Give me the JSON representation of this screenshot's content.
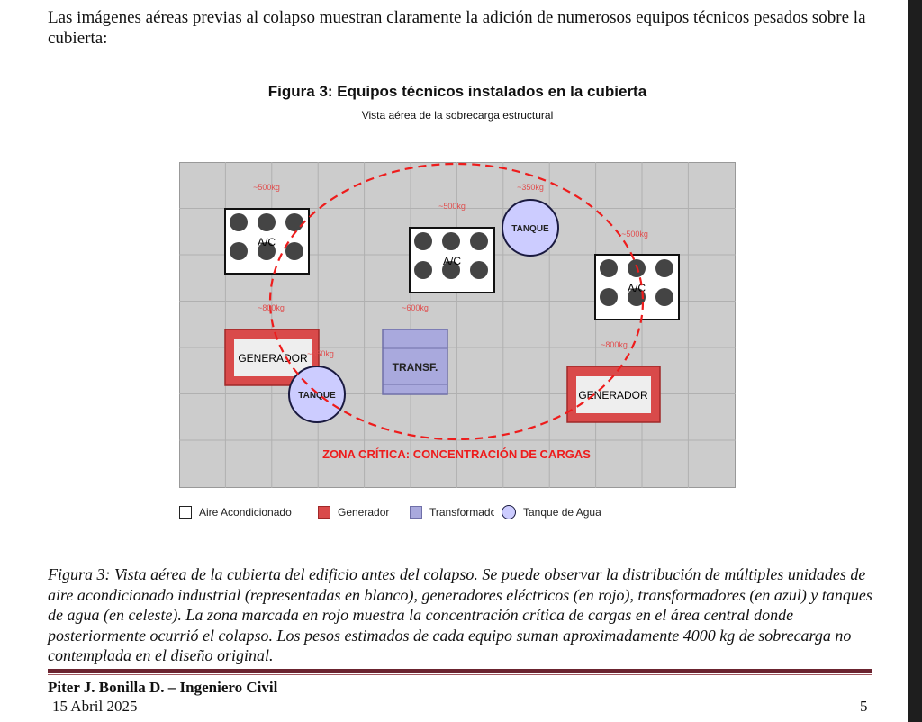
{
  "intro": "Las imágenes aéreas previas al colapso muestran claramente la adición de numerosos equipos técnicos pesados sobre la cubierta:",
  "figure": {
    "title": "Figura 3: Equipos técnicos instalados en la cubierta",
    "subtitle": "Vista aérea de la sobrecarga estructural",
    "equipment": {
      "ac": "A/C",
      "tanque": "TANQUE",
      "generador": "GENERADOR",
      "transf": "TRANSF."
    },
    "weights": {
      "ac1": "~500kg",
      "ac2": "~500kg",
      "tanque1": "~350kg",
      "ac3": "~500kg",
      "gen1": "~800kg",
      "transf": "~600kg",
      "tanque2": "~350kg",
      "gen2": "~800kg"
    },
    "zone_label": "ZONA CRÍTICA: CONCENTRACIÓN DE CARGAS",
    "legend": [
      "Aire Acondicionado",
      "Generador",
      "Transformador",
      "Tanque de Agua"
    ],
    "colors": {
      "grid_bg": "#cccccc",
      "critical": "#ee1c1c",
      "generator": "#d94a4a",
      "transformer": "#a9a9dd",
      "tank": "#ccccff"
    }
  },
  "caption": "Figura 3: Vista aérea de la cubierta del edificio antes del colapso. Se puede observar la distribución de múltiples unidades de aire acondicionado industrial (representadas en blanco), generadores eléctricos (en rojo), transformadores (en azul) y tanques de agua (en celeste). La zona marcada en rojo muestra la concentración crítica de cargas en el área central donde posteriormente ocurrió el colapso. Los pesos estimados de cada equipo suman aproximadamente 4000 kg de sobrecarga no contemplada en el diseño original.",
  "footer": {
    "author": "Piter J. Bonilla D. – Ingeniero Civil",
    "date": "15 Abril 2025",
    "page": "5"
  }
}
